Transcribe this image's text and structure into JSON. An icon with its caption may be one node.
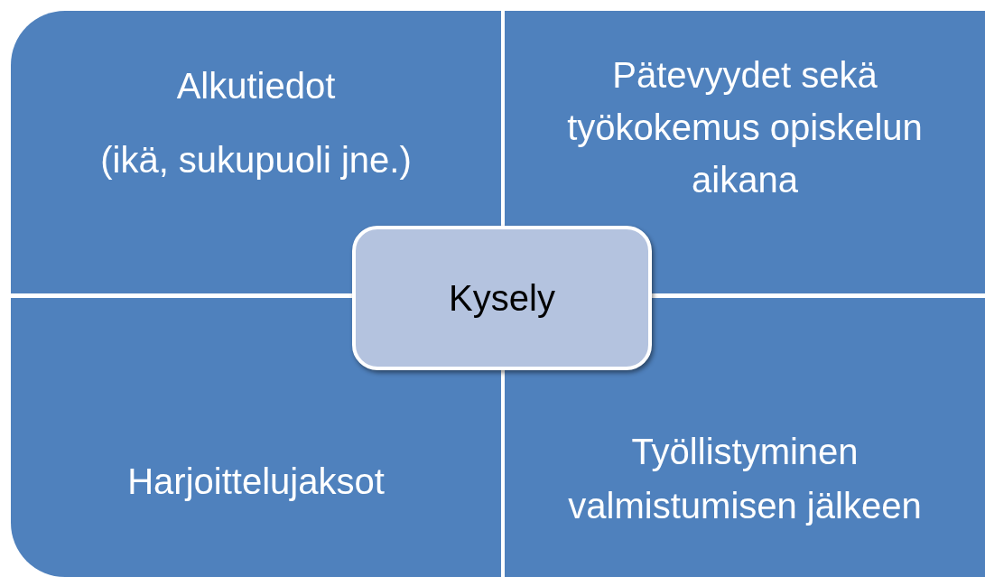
{
  "diagram": {
    "nodes": [
      {
        "text": [
          "Alkutiedot",
          "(ikä, sukupuoli jne.)"
        ]
      },
      {
        "text": [
          "Pätevyydet sekä työkokemus opiskelun aikana"
        ]
      },
      {
        "text": [
          "Harjoittelujaksot"
        ]
      },
      {
        "text": [
          "Työllistyminen valmistumisen jälkeen"
        ]
      },
      {
        "text": [
          "Kysely"
        ]
      }
    ]
  }
}
